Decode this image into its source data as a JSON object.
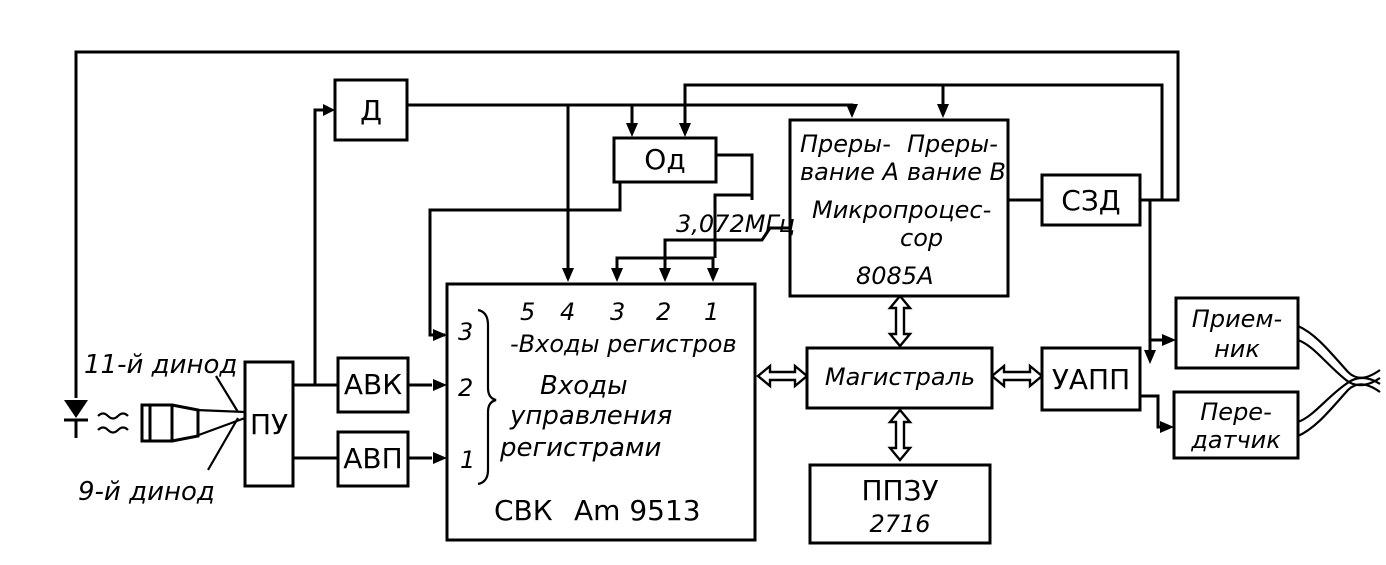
{
  "blocks": {
    "d": "Д",
    "od": "Од",
    "szd": "СЗД",
    "pu": "ПУ",
    "avk": "АВК",
    "avp": "АВП",
    "magistral": "Магистраль",
    "uapp": "УАПП",
    "ppzu_line1": "ППЗУ",
    "ppzu_line2": "2716",
    "priemnik_line1": "Прием-",
    "priemnik_line2": "ник",
    "peredatchik_line1": "Пере-",
    "peredatchik_line2": "датчик"
  },
  "cpu": {
    "int_a_line1": "Преры-",
    "int_a_line2": "вание А",
    "int_b_line1": "Преры-",
    "int_b_line2": "вание В",
    "name_line1": "Микропроцес-",
    "name_line2": "сор",
    "model": "8085А",
    "clock": "3,072МГц"
  },
  "svk": {
    "reg_numbers": [
      "5",
      "4",
      "3",
      "2",
      "1"
    ],
    "reg_inputs_label": "-Входы регистров",
    "ctrl_numbers": [
      "3",
      "2",
      "1"
    ],
    "ctrl_line1": "Входы",
    "ctrl_line2": "управления",
    "ctrl_line3": "регистрами",
    "model_left": "СВК",
    "model_right": "Am 9513"
  },
  "sensors": {
    "dynode_11": "11-й  динод",
    "dynode_9": "9-й  динод"
  },
  "icon_names": [
    "photodiode-icon",
    "photomultiplier-icon",
    "light-wave-icon"
  ]
}
